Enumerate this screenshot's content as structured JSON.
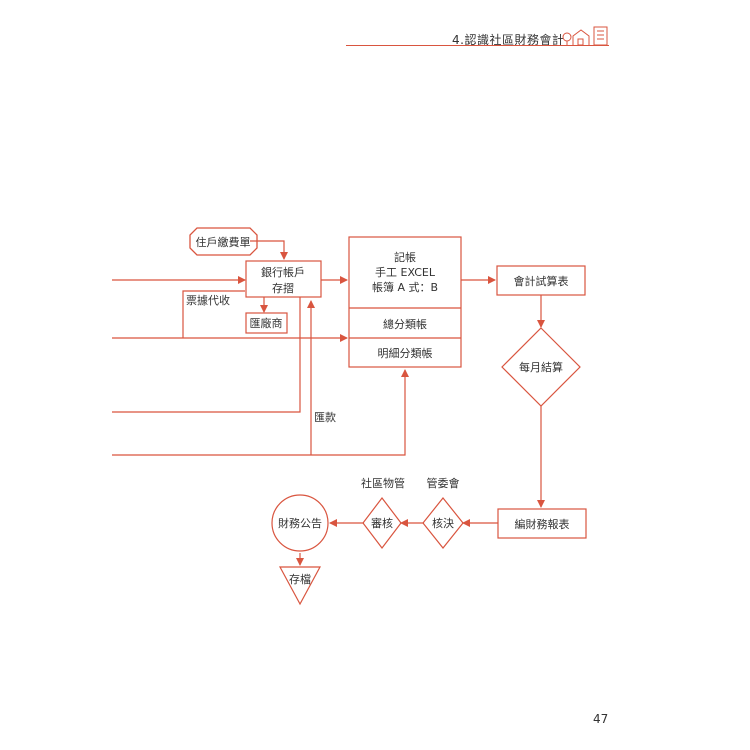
{
  "header": {
    "chapter_title": "4.認識社區財務會計",
    "icon": "house-and-building-icon"
  },
  "page_number": "47",
  "colors": {
    "accent": "#d9553f",
    "text": "#333333"
  },
  "flowchart": {
    "resident_fee": "住戶繳費單",
    "bank_account_line1": "銀行帳戶",
    "bank_account_line2": "存摺",
    "ticket_collection": "票據代收",
    "remittance_payee": "匯廠商",
    "remittance": "匯款",
    "bookkeeping_line1": "記帳",
    "bookkeeping_line2": "手工 EXCEL",
    "bookkeeping_line3": "帳簿 A 式：B",
    "general_ledger": "總分類帳",
    "subsidiary_ledger": "明細分類帳",
    "trial_balance": "會計試算表",
    "monthly_closing": "每月結算",
    "financial_report": "編財務報表",
    "approval_label": "管委會",
    "approval": "核決",
    "review_label": "社區物管",
    "review": "審核",
    "announcement": "財務公告",
    "archive": "存檔"
  }
}
